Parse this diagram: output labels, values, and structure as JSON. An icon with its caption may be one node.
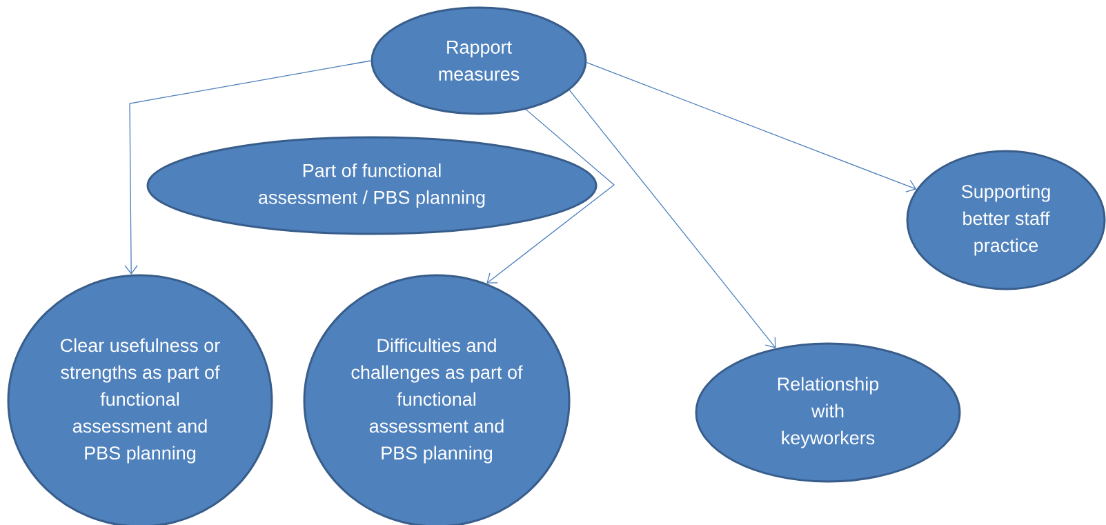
{
  "diagram": {
    "nodes": [
      {
        "text": [
          "Rapport measures"
        ]
      },
      {
        "text": [
          "Part of functional assessment / PBS planning"
        ]
      },
      {
        "text": [
          "Clear usefulness or strengths as part of functional assessment and PBS planning"
        ]
      },
      {
        "text": [
          "Difficulties and challenges as part of functional assessment and PBS planning"
        ]
      },
      {
        "text": [
          "Relationship with keyworkers"
        ]
      },
      {
        "text": [
          "Supporting better staff practice"
        ]
      }
    ],
    "edges": [
      {
        "from": 0,
        "to": 2,
        "arrow": "to"
      },
      {
        "from": 0,
        "to": 3,
        "arrow": "to"
      },
      {
        "from": 0,
        "to": 4,
        "arrow": "to"
      },
      {
        "from": 0,
        "to": 5,
        "arrow": "to"
      }
    ]
  }
}
